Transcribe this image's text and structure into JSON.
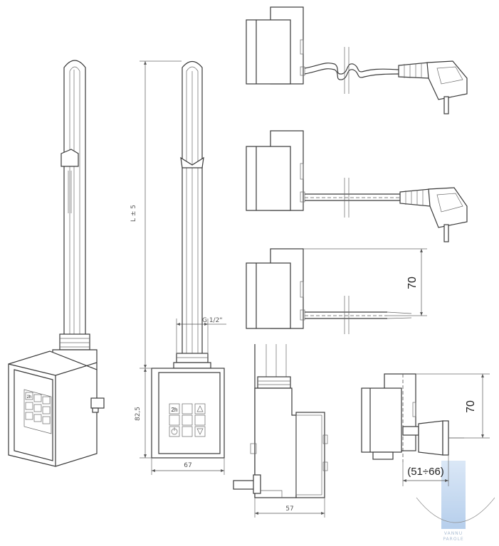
{
  "dimensions": {
    "length": "L ± 5",
    "thread": "G 1/2\"",
    "control_height": "82,5",
    "control_width": "67",
    "side_depth": "57",
    "cable_height_a": "70",
    "cable_height_b": "70",
    "mount_range": "(51÷66)"
  },
  "keypad": {
    "timer_key": "2h"
  },
  "watermark": {
    "line1": "VANNU",
    "line2": "PAROLE"
  },
  "colors": {
    "line": "#3a3a3a",
    "dimension": "#555555",
    "watermark": "#a9c8ea"
  }
}
